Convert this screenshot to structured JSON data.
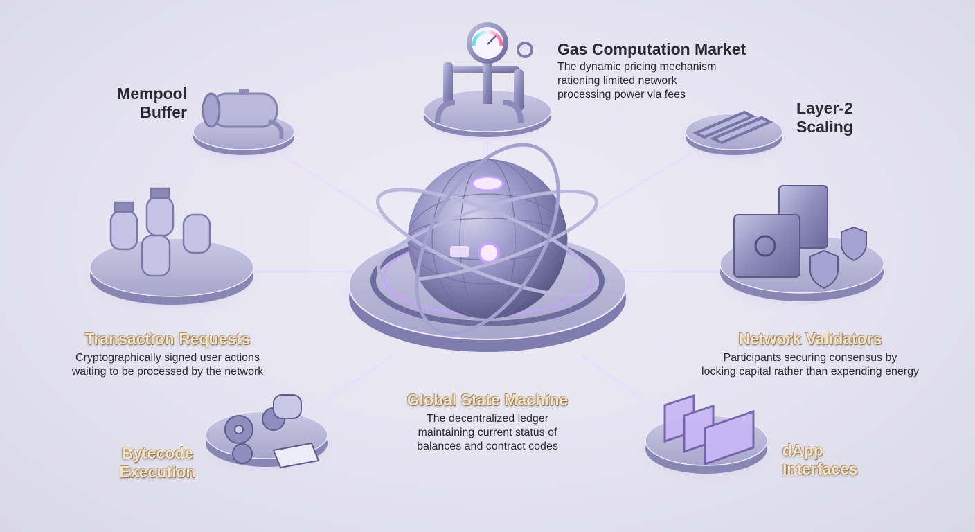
{
  "nodes": {
    "gas": {
      "title": "Gas Computation Market",
      "description_lines": [
        "The dynamic pricing mechanism",
        "rationing limited network",
        "processing power via fees"
      ]
    },
    "mempool": {
      "title_lines": [
        "Mempool",
        "Buffer"
      ]
    },
    "layer2": {
      "title_lines": [
        "Layer-2",
        "Scaling"
      ]
    },
    "transactions": {
      "title": "Transaction Requests",
      "description_lines": [
        "Cryptographically signed user actions",
        "waiting to be processed by the network"
      ]
    },
    "validators": {
      "title": "Network Validators",
      "description_lines": [
        "Participants securing consensus by",
        "locking capital rather than expending energy"
      ]
    },
    "global_state": {
      "title": "Global State Machine",
      "description_lines": [
        "The decentralized ledger",
        "maintaining current status of",
        "balances and contract codes"
      ]
    },
    "bytecode": {
      "title_lines": [
        "Bytecode",
        "Execution"
      ]
    },
    "dapp": {
      "title_lines": [
        "dApp",
        "Interfaces"
      ]
    }
  },
  "colors": {
    "background": "#e6e5f0",
    "platform": "#9c9bc4",
    "glow": "#a975ff",
    "dark_text": "#2b2a33",
    "gold_text": "#f3e2c6"
  }
}
